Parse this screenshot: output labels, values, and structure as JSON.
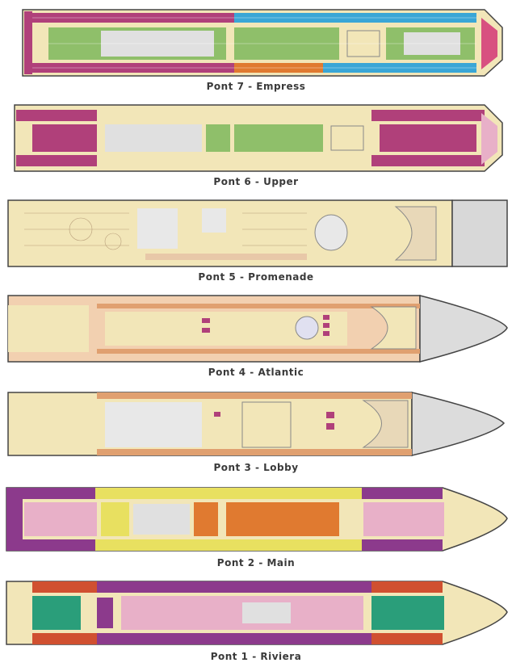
{
  "decks": [
    {
      "label": "Pont 7 - Empress"
    },
    {
      "label": "Pont 6 - Upper"
    },
    {
      "label": "Pont 5 - Promenade"
    },
    {
      "label": "Pont 4 - Atlantic"
    },
    {
      "label": "Pont 3 - Lobby"
    },
    {
      "label": "Pont 2 - Main"
    },
    {
      "label": "Pont 1 - Riviera"
    }
  ],
  "colors": {
    "purple": "#8c3a8c",
    "magenta": "#b0407a",
    "green": "#8fbf6a",
    "cream": "#f2e6b8",
    "yellow": "#e8e060",
    "orange": "#e07a30",
    "blue": "#3aa6d6",
    "teal": "#2a9e7a",
    "red": "#d05030",
    "pink": "#e8b0c8",
    "hull": "#dcdcdc",
    "outline": "#444444"
  }
}
